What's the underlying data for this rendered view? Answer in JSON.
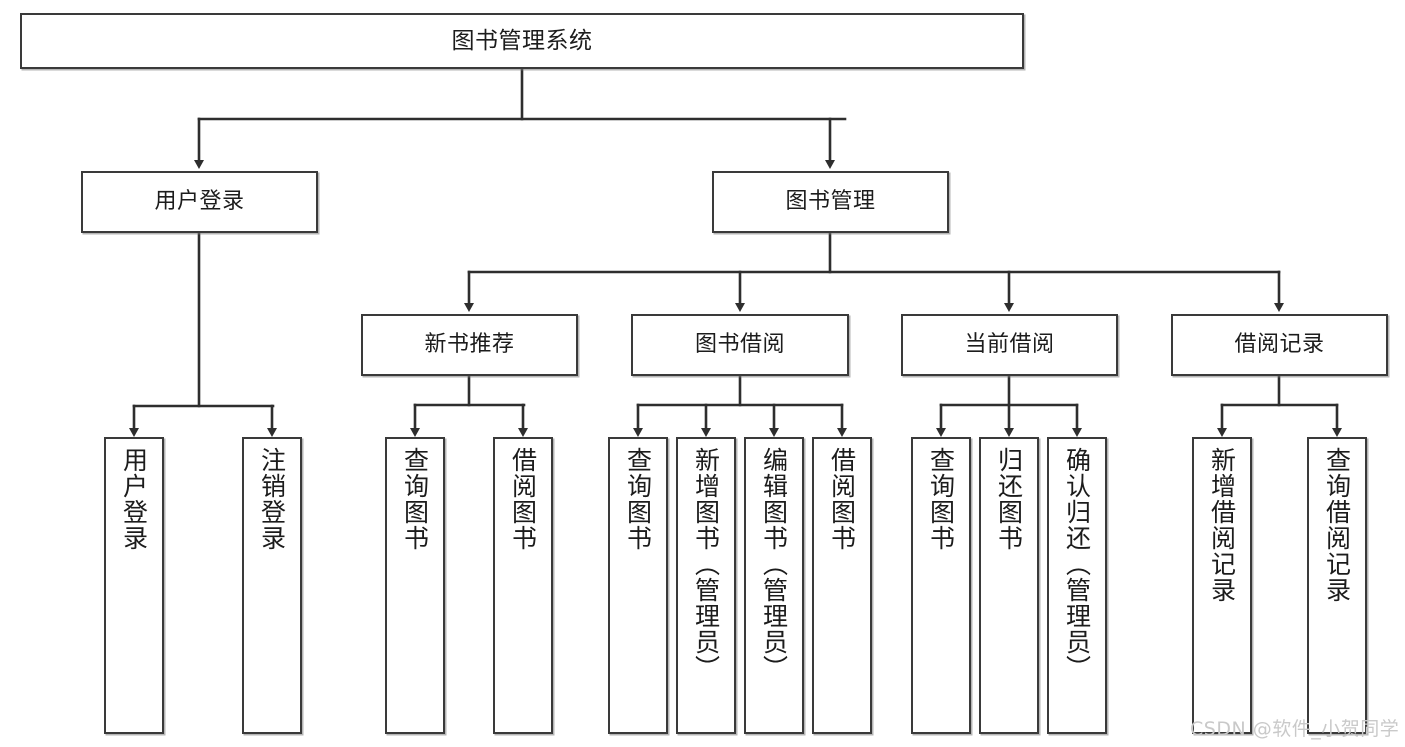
{
  "diagram": {
    "title": "图书管理系统",
    "watermark": "CSDN @软件_小贺同学",
    "line_color": "#3a3a3a",
    "box_fill": "#ffffff",
    "text_color": "#1c1c1c",
    "watermark_color": "#c9c9c9"
  },
  "root": {
    "label": "图书管理系统"
  },
  "level2": [
    {
      "label": "用户登录"
    },
    {
      "label": "图书管理"
    }
  ],
  "level3": [
    {
      "label": "新书推荐"
    },
    {
      "label": "图书借阅"
    },
    {
      "label": "当前借阅"
    },
    {
      "label": "借阅记录"
    }
  ],
  "leaves": {
    "user_login": [
      {
        "label": "用户登录"
      },
      {
        "label": "注销登录"
      }
    ],
    "new_book_recommend": [
      {
        "label": "查询图书"
      },
      {
        "label": "借阅图书"
      }
    ],
    "book_borrow": [
      {
        "label": "查询图书"
      },
      {
        "label": "新增图书（管理员）"
      },
      {
        "label": "编辑图书（管理员）"
      },
      {
        "label": "借阅图书"
      }
    ],
    "current_borrow": [
      {
        "label": "查询图书"
      },
      {
        "label": "归还图书"
      },
      {
        "label": "确认归还（管理员）"
      }
    ],
    "borrow_record": [
      {
        "label": "新增借阅记录"
      },
      {
        "label": "查询借阅记录"
      }
    ]
  }
}
